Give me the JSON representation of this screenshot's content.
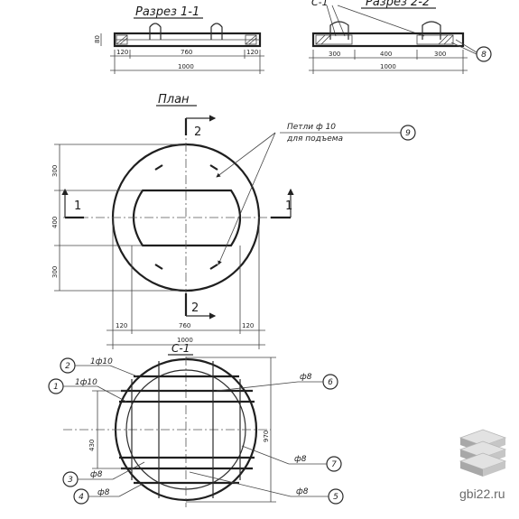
{
  "titles": {
    "section_1": "Разрез 1-1",
    "section_2": "Разрез 2-2",
    "plan": "План",
    "mesh": "С-1",
    "section_2_left_cut": "С-1"
  },
  "section_1": {
    "height_dim": "80",
    "dims": [
      "120",
      "760",
      "120"
    ],
    "total": "1000"
  },
  "section_2": {
    "dims": [
      "300",
      "400",
      "300"
    ],
    "total": "1000",
    "callout": "8"
  },
  "plan": {
    "note_line1": "Петли ф 10",
    "note_line2": "для подъема",
    "note_callout": "9",
    "cut_1_left": "1",
    "cut_1_right": "1",
    "cut_2_top": "2",
    "cut_2_bottom": "2",
    "vert_dims": [
      "300",
      "400",
      "300"
    ],
    "horiz_dims": [
      "120",
      "760",
      "120"
    ],
    "horiz_total": "1000"
  },
  "mesh": {
    "left_dim": "430",
    "right_dim": "970",
    "callouts": [
      {
        "id": "2",
        "text": "1ф10"
      },
      {
        "id": "1",
        "text": "1ф10"
      },
      {
        "id": "6",
        "text": "ф8"
      },
      {
        "id": "7",
        "text": "ф8"
      },
      {
        "id": "3",
        "text": "ф8"
      },
      {
        "id": "4",
        "text": "ф8"
      },
      {
        "id": "5",
        "text": "ф8"
      }
    ]
  },
  "watermark": {
    "site": "gbi22.ru",
    "icon": "stacked-slabs-icon"
  }
}
